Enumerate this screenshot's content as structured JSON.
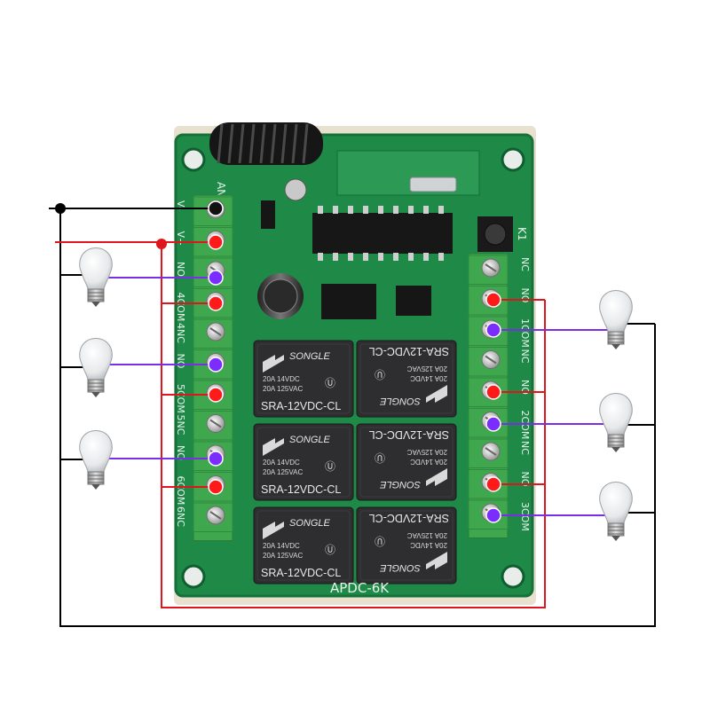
{
  "board": {
    "model": "APDC-6K",
    "antenna_label": "ANT",
    "button_label": "K1",
    "colors": {
      "pcb": "#1f8a48",
      "pcb_dark": "#15703a",
      "terminal": "#3fa84f",
      "relay": "#2e2e30",
      "wire_black": "#000000",
      "wire_red": "#e0141c",
      "wire_purple": "#7a2ee6",
      "dot_red": "#ff1a1a",
      "dot_purple": "#7b2cff"
    }
  },
  "left_terminal_labels": [
    "V-",
    "V+",
    "NO",
    "4COM",
    "4NC",
    "NO",
    "5COM",
    "5NC",
    "NO",
    "6COM",
    "6NC"
  ],
  "right_terminal_labels": [
    "NC",
    "NO",
    "1COM",
    "NC",
    "NO",
    "2COM",
    "NC",
    "NO",
    "3COM"
  ],
  "relays": [
    {
      "brand": "SONGLE",
      "rating1": "20A 14VDC",
      "rating2": "20A 125VAC",
      "model": "SRA-12VDC-CL"
    },
    {
      "brand": "SONGLE",
      "rating1": "20A 14VDC",
      "rating2": "20A 125VAC",
      "model": "SRA-12VDC-CL"
    },
    {
      "brand": "SONGLE",
      "rating1": "20A 14VDC",
      "rating2": "20A 125VAC",
      "model": "SRA-12VDC-CL"
    },
    {
      "brand": "SONGLE",
      "rating1": "20A 14VDC",
      "rating2": "20A 125VAC",
      "model": "SRA-12VDC-CL"
    },
    {
      "brand": "SONGLE",
      "rating1": "20A 14VDC",
      "rating2": "20A 125VAC",
      "model": "SRA-12VDC-CL"
    },
    {
      "brand": "SONGLE",
      "rating1": "20A 14VDC",
      "rating2": "20A 125VAC",
      "model": "SRA-12VDC-CL"
    }
  ],
  "bulbs": [
    {
      "side": "left",
      "channel": 4
    },
    {
      "side": "left",
      "channel": 5
    },
    {
      "side": "left",
      "channel": 6
    },
    {
      "side": "right",
      "channel": 1
    },
    {
      "side": "right",
      "channel": 2
    },
    {
      "side": "right",
      "channel": 3
    }
  ]
}
